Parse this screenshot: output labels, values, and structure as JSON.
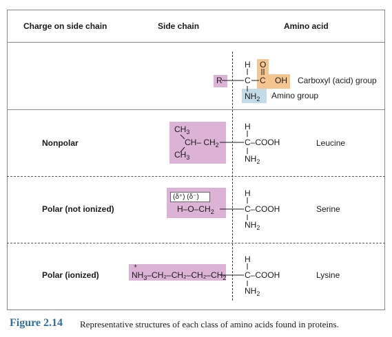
{
  "colors": {
    "pink": "#dcb2d6",
    "orange": "#f4c590",
    "blue": "#c2dbe6",
    "caption_blue": "#2f6f9f"
  },
  "headers": {
    "charge": "Charge on side chain",
    "side_chain": "Side chain",
    "amino_acid": "Amino acid"
  },
  "general": {
    "h": "H",
    "o": "O",
    "r": "R",
    "c1": "C",
    "c2": "C",
    "oh": "OH",
    "nh": "NH",
    "nh_sub": "2",
    "carboxyl_label": "Carboxyl (acid) group",
    "amino_label": "Amino group"
  },
  "rows": [
    {
      "charge": "Nonpolar",
      "amino_acid": "Leucine",
      "ch3_top": "CH",
      "ch3_top_sub": "3",
      "ch_ch2": "CH– CH",
      "ch_ch2_sub": "2",
      "ch3_bot": "CH",
      "ch3_bot_sub": "3",
      "h": "H",
      "c_cooh": "C–COOH",
      "nh": "NH",
      "nh_sub": "2"
    },
    {
      "charge": "Polar (not ionized)",
      "amino_acid": "Serine",
      "partial_charges": "(δ⁺) (δ⁻)",
      "h_o_ch2": "H–O–CH",
      "h_o_ch2_sub": "2",
      "h": "H",
      "c_cooh": "C–COOH",
      "nh": "NH",
      "nh_sub": "2"
    },
    {
      "charge": "Polar (ionized)",
      "amino_acid": "Lysine",
      "plus": "+",
      "nh3": "NH",
      "nh3_sub": "3",
      "chain": "–CH₂–CH₂–CH₂–CH",
      "chain_sub": "2",
      "h": "H",
      "c_cooh": "C–COOH",
      "nh": "NH",
      "nh_sub": "2"
    }
  ],
  "caption": {
    "figure_label": "Figure 2.14",
    "text": "Representative structures of each class of amino acids found in proteins."
  }
}
